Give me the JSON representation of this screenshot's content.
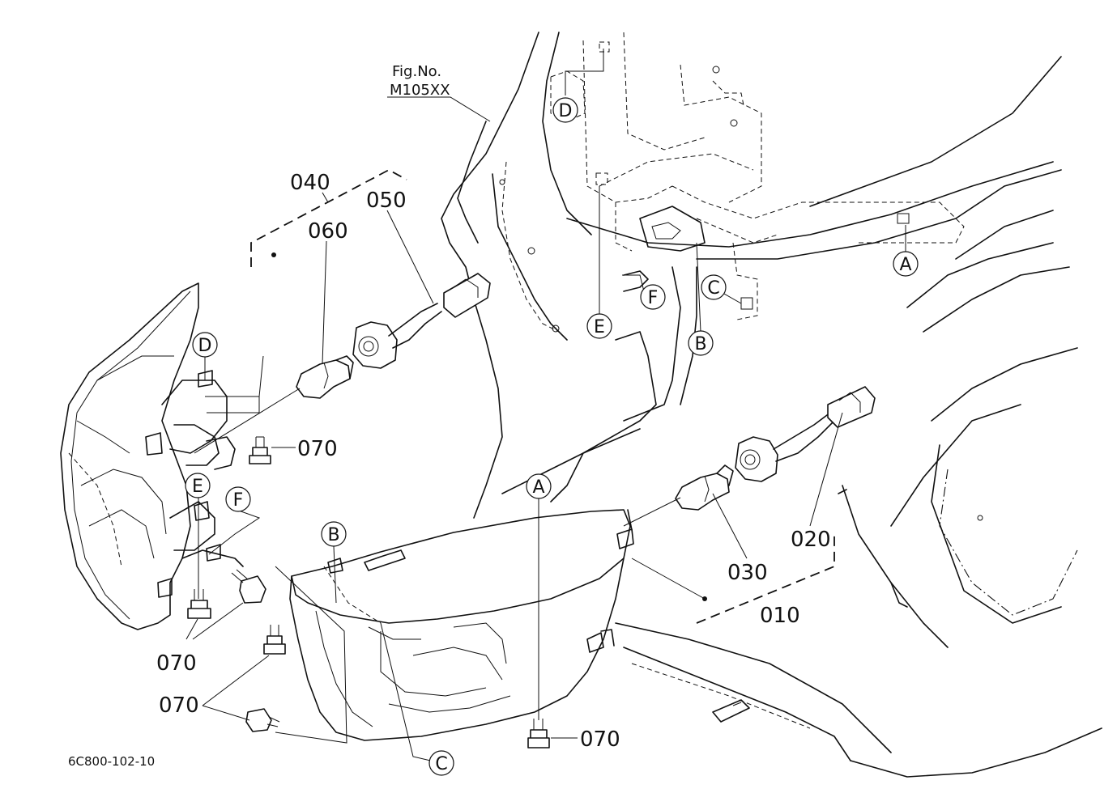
{
  "figure": {
    "fig_no_label": "Fig.No.",
    "fig_no_value": "M105XX",
    "drawing_code": "6C800-102-10"
  },
  "part_numbers": {
    "p010": "010",
    "p020": "020",
    "p030": "030",
    "p040": "040",
    "p050": "050",
    "p060": "060",
    "p070": "070"
  },
  "reference_letters": {
    "a": "A",
    "b": "B",
    "c": "C",
    "d": "D",
    "e": "E",
    "f": "F"
  }
}
